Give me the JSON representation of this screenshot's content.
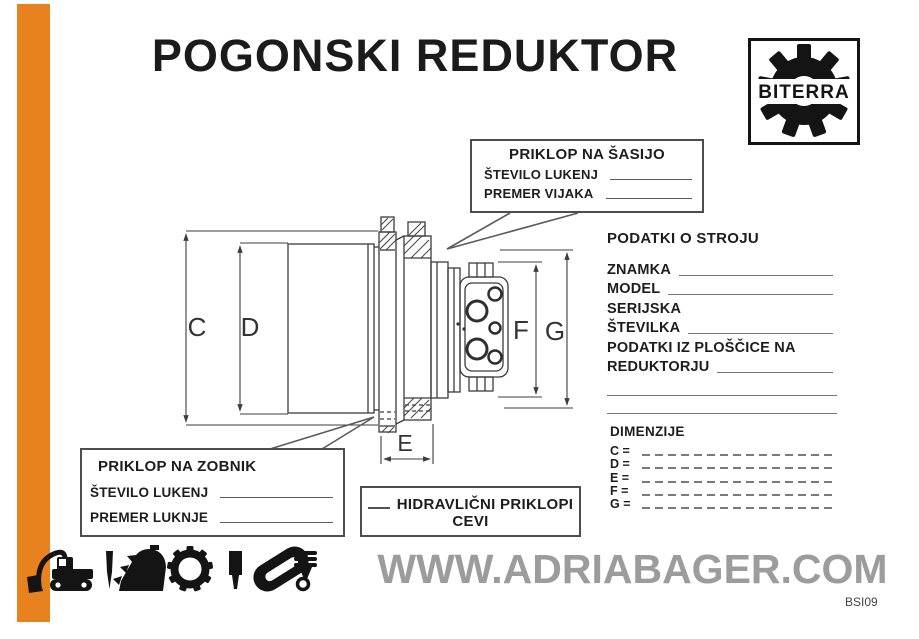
{
  "page": {
    "title": "POGONSKI REDUKTOR",
    "watermark": "WWW.ADRIABAGER.COM",
    "code": "BSI09",
    "colors": {
      "accent_orange": "#E8821E",
      "watermark_gray": "#9C9C9C",
      "drawing_line": "#3C3C3C"
    }
  },
  "logo": {
    "text": "BITERRA"
  },
  "callout_chassis": {
    "title": "PRIKLOP NA ŠASIJO",
    "fields": [
      {
        "label": "ŠTEVILO LUKENJ",
        "value": ""
      },
      {
        "label": "PREMER VIJAKA",
        "value": ""
      }
    ]
  },
  "callout_sprocket": {
    "title": "PRIKLOP NA ZOBNIK",
    "fields": [
      {
        "label": "ŠTEVILO LUKENJ",
        "value": ""
      },
      {
        "label": "PREMER LUKNJE",
        "value": ""
      }
    ]
  },
  "hydraulic_box": {
    "blank_value": "",
    "line1": "HIDRAVLIČNI PRIKLOPI",
    "line2": "CEVI"
  },
  "machine_data": {
    "heading": "PODATKI O STROJU",
    "fields": [
      {
        "label": "ZNAMKA",
        "value": ""
      },
      {
        "label": "MODEL",
        "value": ""
      },
      {
        "label": "SERIJSKA",
        "value": ""
      },
      {
        "label": "ŠTEVILKA",
        "value": ""
      },
      {
        "label": "PODATKI IZ PLOŠČICE NA",
        "value": ""
      },
      {
        "label": "REDUKTORJU",
        "value": ""
      }
    ]
  },
  "dimensions": {
    "heading": "DIMENZIJE",
    "items": [
      {
        "label": "C =",
        "value": ""
      },
      {
        "label": "D =",
        "value": ""
      },
      {
        "label": "E =",
        "value": ""
      },
      {
        "label": "F =",
        "value": ""
      },
      {
        "label": "G =",
        "value": ""
      }
    ]
  },
  "drawing": {
    "dims": [
      "C",
      "D",
      "E",
      "F",
      "G"
    ]
  },
  "footer": {
    "icons": [
      "excavator-icon",
      "chisel-icon",
      "bucket-icon",
      "gear-icon",
      "breaker-bit-icon",
      "rubber-track-icon",
      "piston-icon"
    ]
  }
}
